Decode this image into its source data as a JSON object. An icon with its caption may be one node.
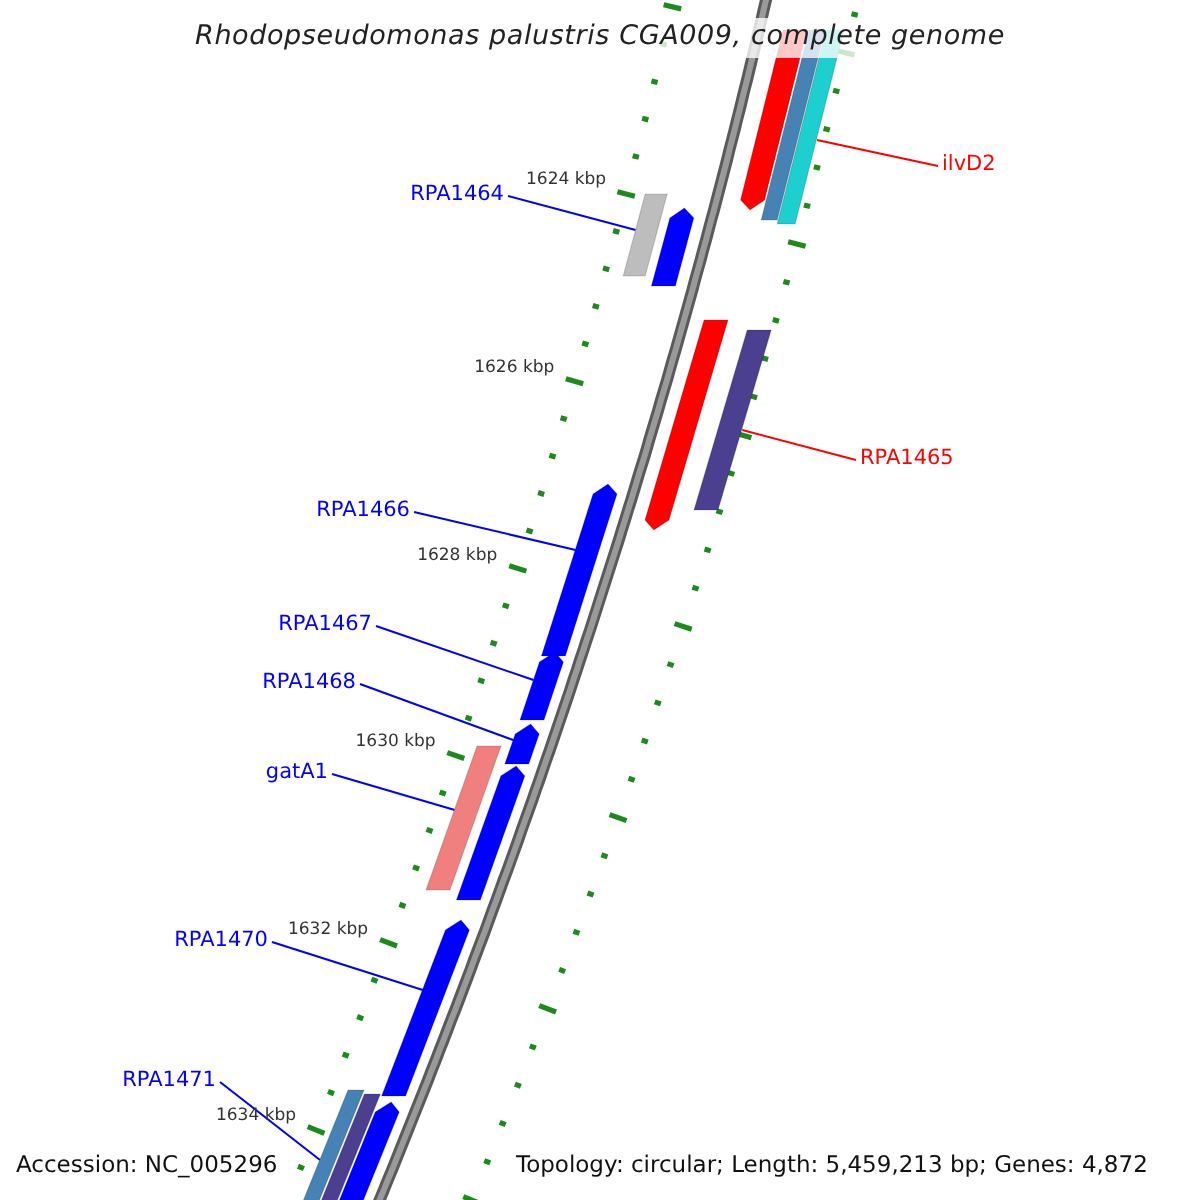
{
  "diagram": {
    "title": "Rhodopseudomonas palustris CGA009, complete genome",
    "nodes": [
      {
        "text": [],
        "shape": "bar"
      },
      {
        "text": [],
        "shape": "bar"
      },
      {
        "text": [],
        "shape": "bar"
      },
      {
        "text": [
          "ilvD2"
        ]
      },
      {
        "text": [
          "RPA1464"
        ]
      },
      {
        "text": [],
        "shape": "bar"
      },
      {
        "text": [],
        "shape": "bar"
      },
      {
        "text": [],
        "shape": "bar"
      },
      {
        "text": [],
        "shape": "bar"
      },
      {
        "text": [
          "RPA1465"
        ]
      },
      {
        "text": [
          "RPA1466"
        ]
      },
      {
        "text": [],
        "shape": "bar"
      },
      {
        "text": [
          "RPA1467"
        ]
      },
      {
        "text": [],
        "shape": "bar"
      },
      {
        "text": [
          "RPA1468"
        ]
      },
      {
        "text": [],
        "shape": "bar"
      },
      {
        "text": [],
        "shape": "bar"
      },
      {
        "text": [
          "gatA1"
        ]
      },
      {
        "text": [],
        "shape": "bar"
      },
      {
        "text": [
          "RPA1470"
        ]
      },
      {
        "text": [],
        "shape": "bar"
      },
      {
        "text": [
          "RPA1471"
        ]
      },
      {
        "text": [],
        "shape": "bar"
      },
      {
        "text": [],
        "shape": "bar"
      },
      {
        "text": [],
        "shape": "bar"
      }
    ],
    "edges": [
      {
        "from": 3,
        "to": 2,
        "arrow": "none",
        "color": "#ff0000"
      },
      {
        "from": 4,
        "to": 5,
        "arrow": "none"
      },
      {
        "from": 9,
        "to": 8,
        "arrow": "none",
        "color": "#ff0000"
      },
      {
        "from": 10,
        "to": 11,
        "arrow": "none"
      },
      {
        "from": 12,
        "to": 13,
        "arrow": "none"
      },
      {
        "from": 14,
        "to": 15,
        "arrow": "none"
      },
      {
        "from": 17,
        "to": 16,
        "arrow": "none"
      },
      {
        "from": 19,
        "to": 20,
        "arrow": "none"
      },
      {
        "from": 21,
        "to": 22,
        "arrow": "none"
      }
    ],
    "labels": [
      "1624 kbp",
      "1626 kbp",
      "1628 kbp",
      "1630 kbp",
      "1632 kbp",
      "1634 kbp",
      "Accession: NC_005296",
      "Topology: circular; Length: 5,459,213 bp; Genes: 4,872"
    ]
  }
}
